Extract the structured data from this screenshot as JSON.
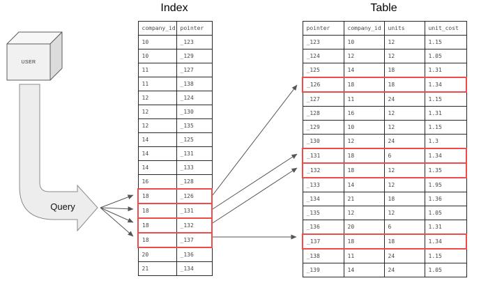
{
  "diagram": {
    "index_title": "Index",
    "table_title": "Table",
    "user_label": "USER",
    "query_label": "Query"
  },
  "index_table": {
    "headers": [
      "company_id",
      "pointer"
    ],
    "rows": [
      [
        "10",
        "_123"
      ],
      [
        "10",
        "_129"
      ],
      [
        "11",
        "_127"
      ],
      [
        "11",
        "_138"
      ],
      [
        "12",
        "_124"
      ],
      [
        "12",
        "_130"
      ],
      [
        "12",
        "_135"
      ],
      [
        "14",
        "_125"
      ],
      [
        "14",
        "_131"
      ],
      [
        "14",
        "_133"
      ],
      [
        "16",
        "_128"
      ],
      [
        "18",
        "_126"
      ],
      [
        "18",
        "_131"
      ],
      [
        "18",
        "_132"
      ],
      [
        "18",
        "_137"
      ],
      [
        "20",
        "_136"
      ],
      [
        "21",
        "_134"
      ]
    ],
    "highlighted_rows": [
      11,
      12,
      13,
      14
    ]
  },
  "main_table": {
    "headers": [
      "pointer",
      "company_id",
      "units",
      "unit_cost"
    ],
    "rows": [
      [
        "_123",
        "10",
        "12",
        "1.15"
      ],
      [
        "_124",
        "12",
        "12",
        "1.05"
      ],
      [
        "_125",
        "14",
        "18",
        "1.31"
      ],
      [
        "_126",
        "18",
        "18",
        "1.34"
      ],
      [
        "_127",
        "11",
        "24",
        "1.15"
      ],
      [
        "_128",
        "16",
        "12",
        "1.31"
      ],
      [
        "_129",
        "10",
        "12",
        "1.15"
      ],
      [
        "_130",
        "12",
        "24",
        "1.3"
      ],
      [
        "_131",
        "18",
        "6",
        "1.34"
      ],
      [
        "_132",
        "18",
        "12",
        "1.35"
      ],
      [
        "_133",
        "14",
        "12",
        "1.95"
      ],
      [
        "_134",
        "21",
        "18",
        "1.36"
      ],
      [
        "_135",
        "12",
        "12",
        "1.05"
      ],
      [
        "_136",
        "20",
        "6",
        "1.31"
      ],
      [
        "_137",
        "18",
        "18",
        "1.34"
      ],
      [
        "_138",
        "11",
        "24",
        "1.15"
      ],
      [
        "_139",
        "14",
        "24",
        "1.05"
      ]
    ],
    "highlighted_rows": [
      3,
      8,
      9,
      14
    ]
  },
  "highlighted_pointers": [
    "_126",
    "_131",
    "_132",
    "_137"
  ],
  "colors": {
    "highlight_red": "#f04b4b",
    "table_border": "#262626",
    "arrow_gray": "#555555",
    "query_arrow_fill": "#ededed",
    "query_arrow_stroke": "#8a8a8a"
  }
}
